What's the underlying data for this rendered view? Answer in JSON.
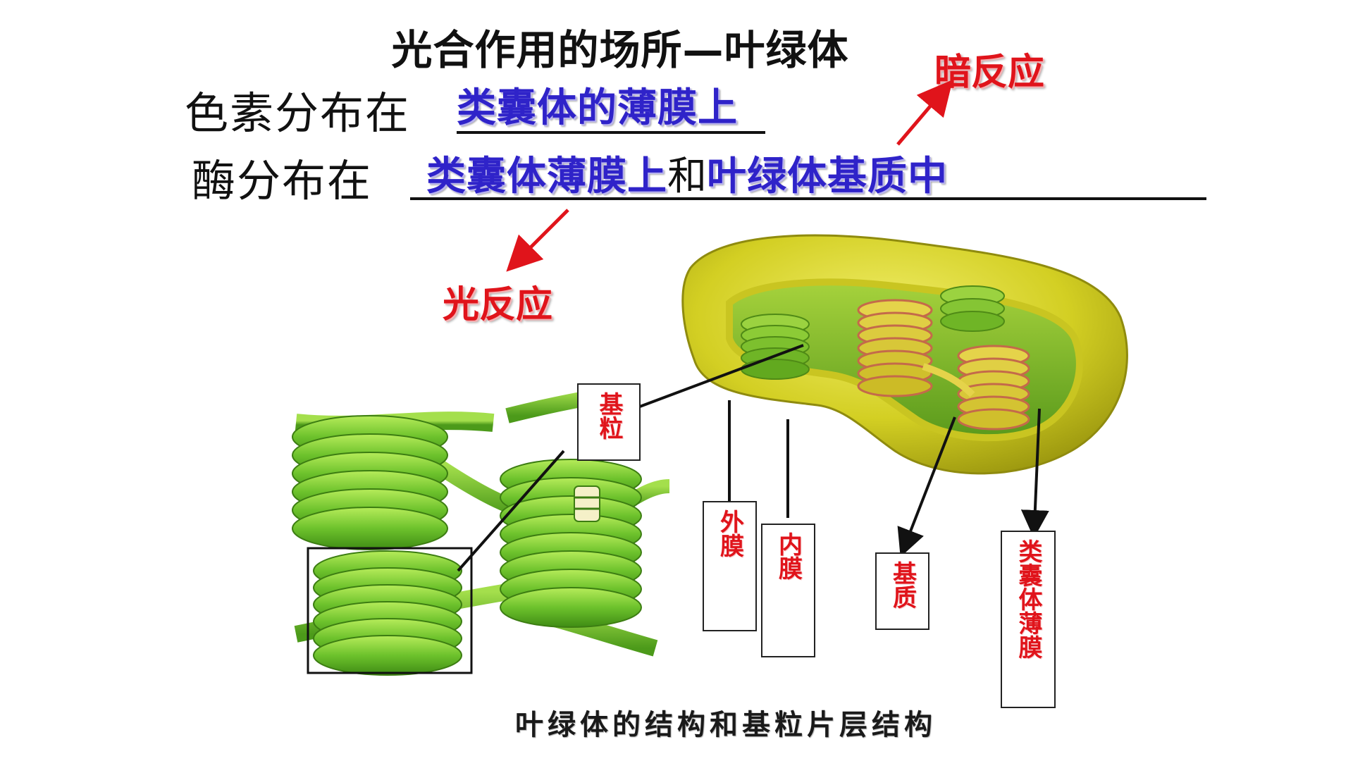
{
  "title": "光合作用的场所—叶绿体",
  "pigment_line": {
    "label": "色素分布在",
    "answer": "类囊体的薄膜上"
  },
  "enzyme_line": {
    "label": "酶分布在",
    "answer_part1": "类囊体薄膜上",
    "joiner": "和",
    "answer_part2": "叶绿体基质中"
  },
  "reactions": {
    "dark": "暗反应",
    "light": "光反应"
  },
  "labels": {
    "granum": "基粒",
    "outer_membrane": "外膜",
    "inner_membrane": "内膜",
    "stroma": "基质",
    "thylakoid_membrane": "类囊体薄膜"
  },
  "caption": "叶绿体的结构和基粒片层结构",
  "colors": {
    "answer_blue": "#2f23c9",
    "reaction_red": "#e0141b",
    "leaf_green": "#5cb82a",
    "chloroplast_yellow": "#d6d22a"
  }
}
